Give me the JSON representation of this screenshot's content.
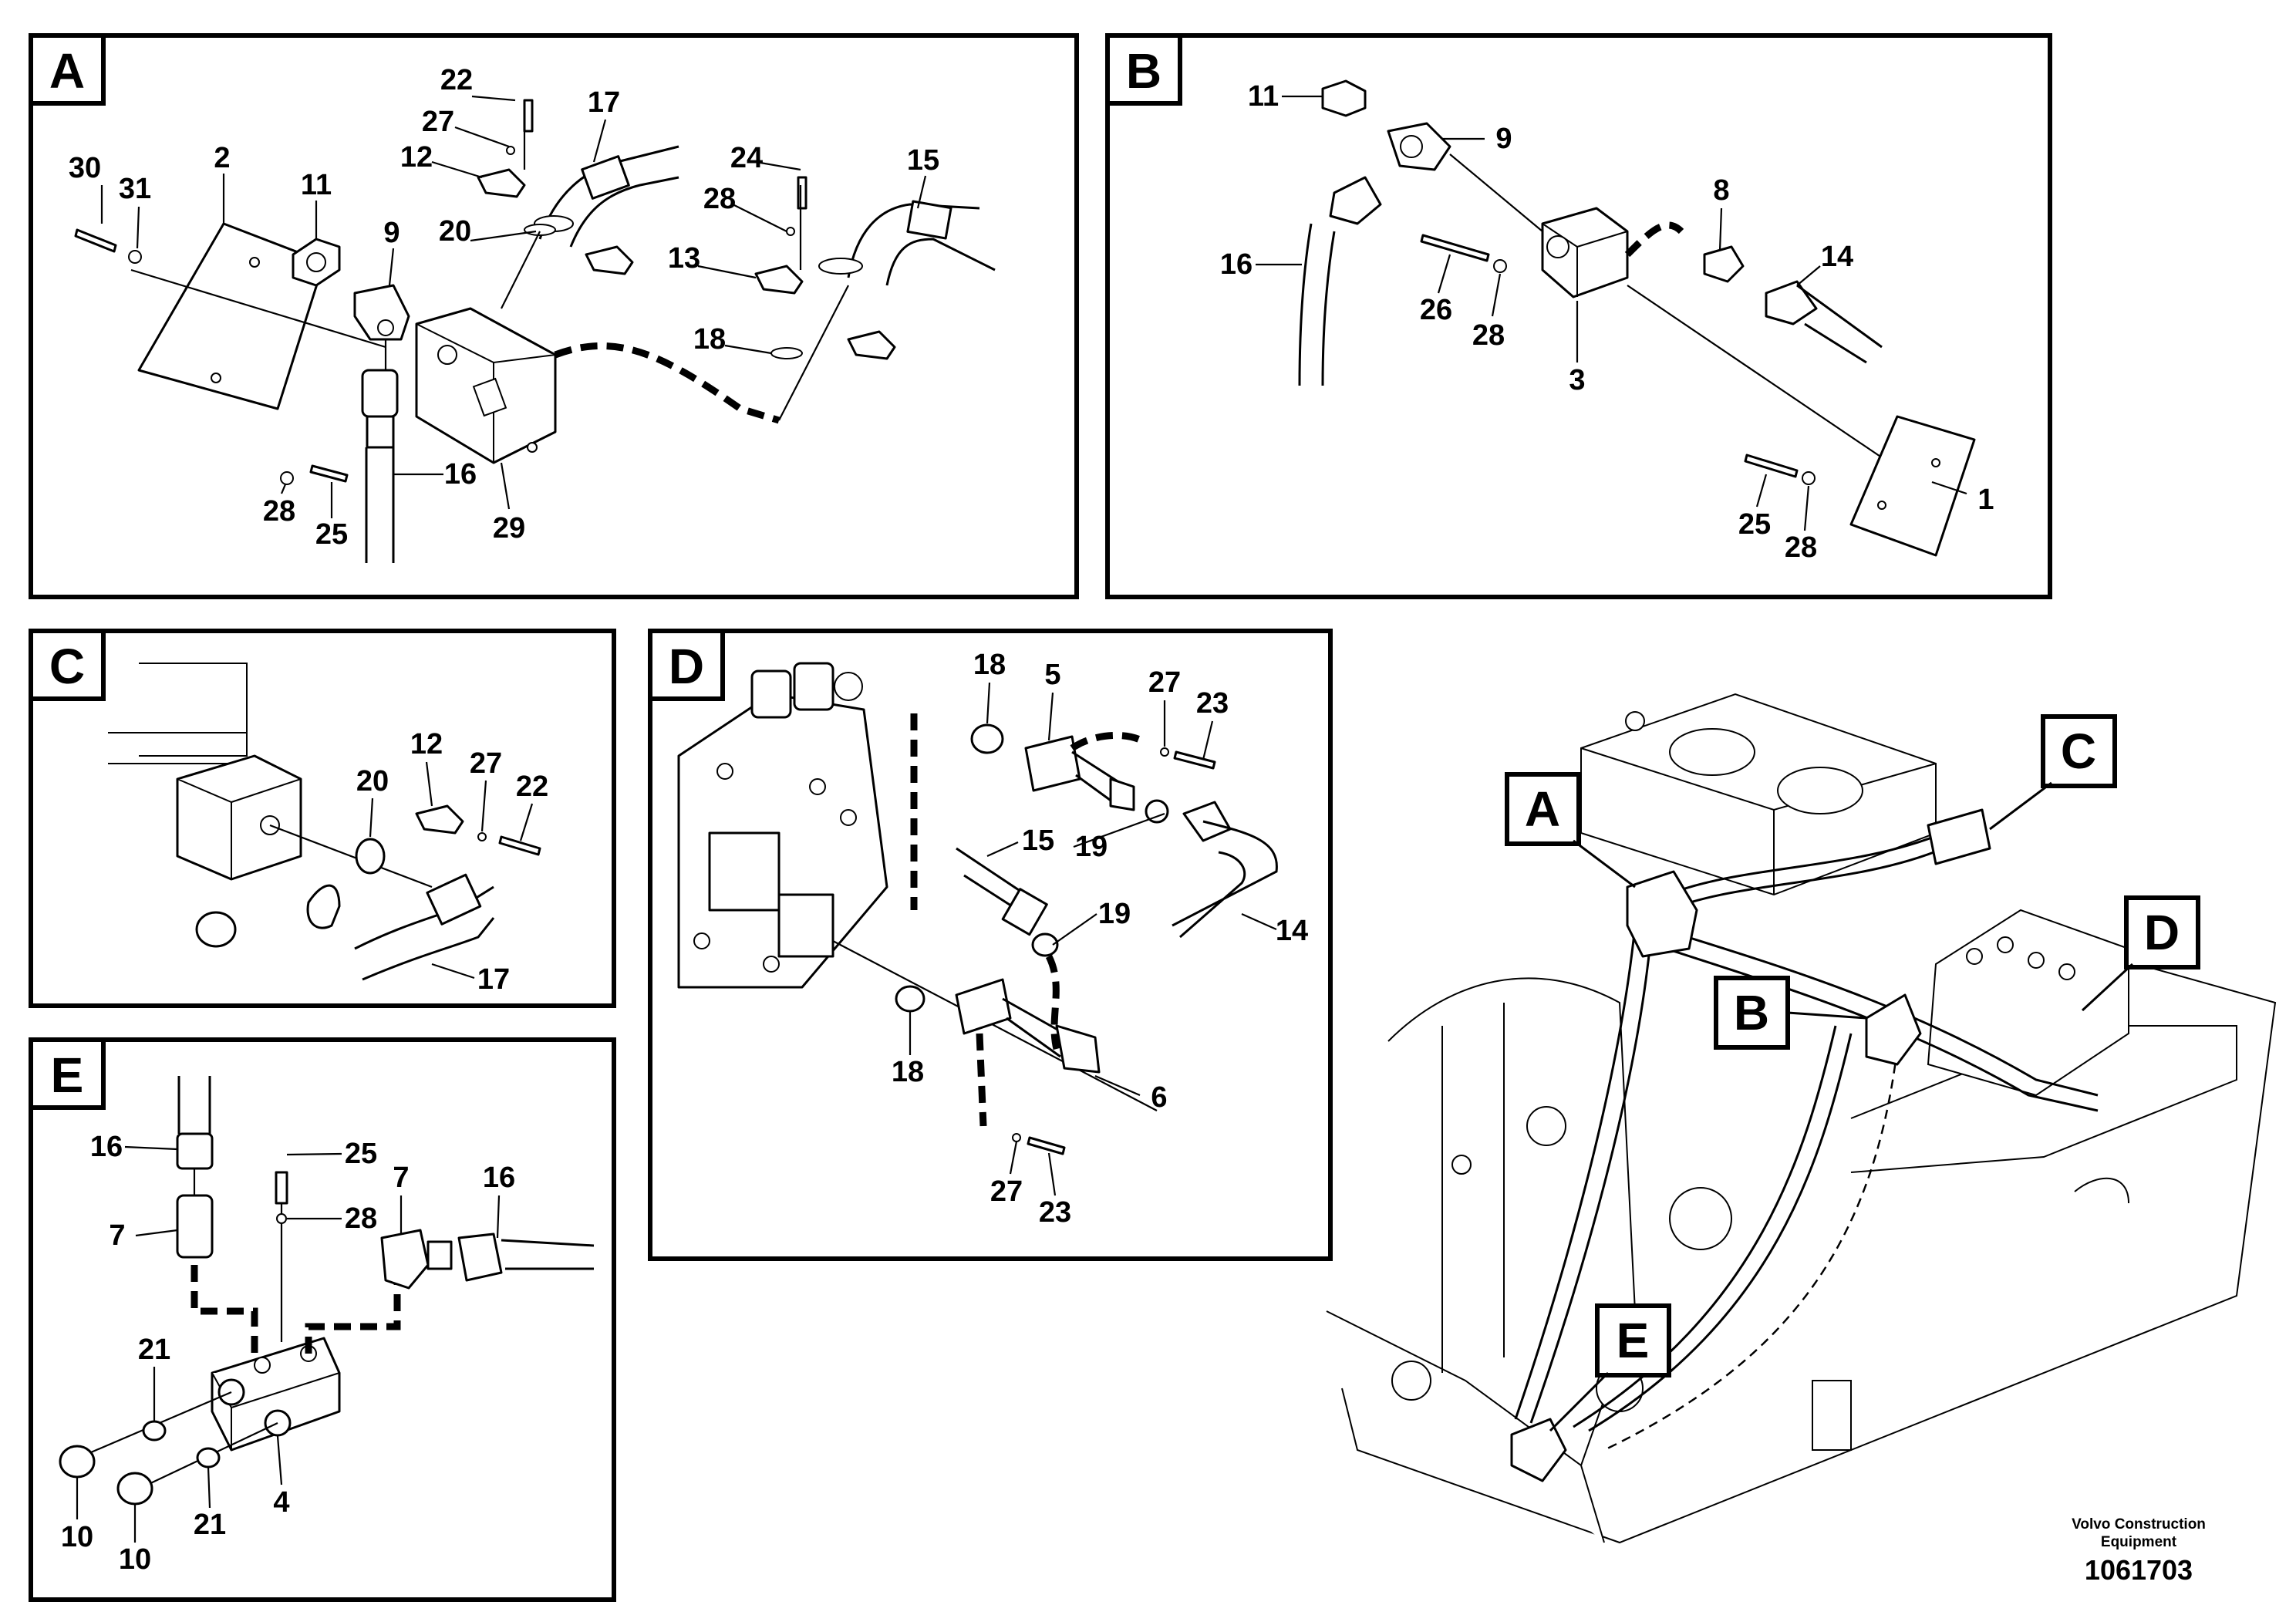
{
  "panels": {
    "A": {
      "tag": "A",
      "callouts": {
        "c30": "30",
        "c31": "31",
        "c2": "2",
        "c11": "11",
        "c9": "9",
        "c22": "22",
        "c27": "27",
        "c12": "12",
        "c17": "17",
        "c20": "20",
        "c24": "24",
        "c28a": "28",
        "c15": "15",
        "c13": "13",
        "c18": "18",
        "c16": "16",
        "c28": "28",
        "c25": "25",
        "c29": "29"
      }
    },
    "B": {
      "tag": "B",
      "callouts": {
        "c11": "11",
        "c9": "9",
        "c16": "16",
        "c26": "26",
        "c28a": "28",
        "c3": "3",
        "c8": "8",
        "c14": "14",
        "c25": "25",
        "c28": "28",
        "c1": "1"
      }
    },
    "C": {
      "tag": "C",
      "callouts": {
        "c12": "12",
        "c20": "20",
        "c27": "27",
        "c22": "22",
        "c17": "17"
      }
    },
    "D": {
      "tag": "D",
      "callouts": {
        "c18": "18",
        "c5": "5",
        "c27": "27",
        "c23": "23",
        "c15": "15",
        "c19": "19",
        "c19b": "19",
        "c14": "14",
        "c18b": "18",
        "c6": "6",
        "c27b": "27",
        "c23b": "23"
      }
    },
    "E": {
      "tag": "E",
      "callouts": {
        "c16": "16",
        "c25": "25",
        "c7": "7",
        "c7b": "7",
        "c16b": "16",
        "c28": "28",
        "c21": "21",
        "c21b": "21",
        "c4": "4",
        "c10": "10",
        "c10b": "10"
      }
    }
  },
  "overview": {
    "tags": [
      "A",
      "B",
      "C",
      "D",
      "E"
    ]
  },
  "credit": {
    "line1": "Volvo Construction",
    "line2": "Equipment",
    "docnum": "1061703"
  }
}
